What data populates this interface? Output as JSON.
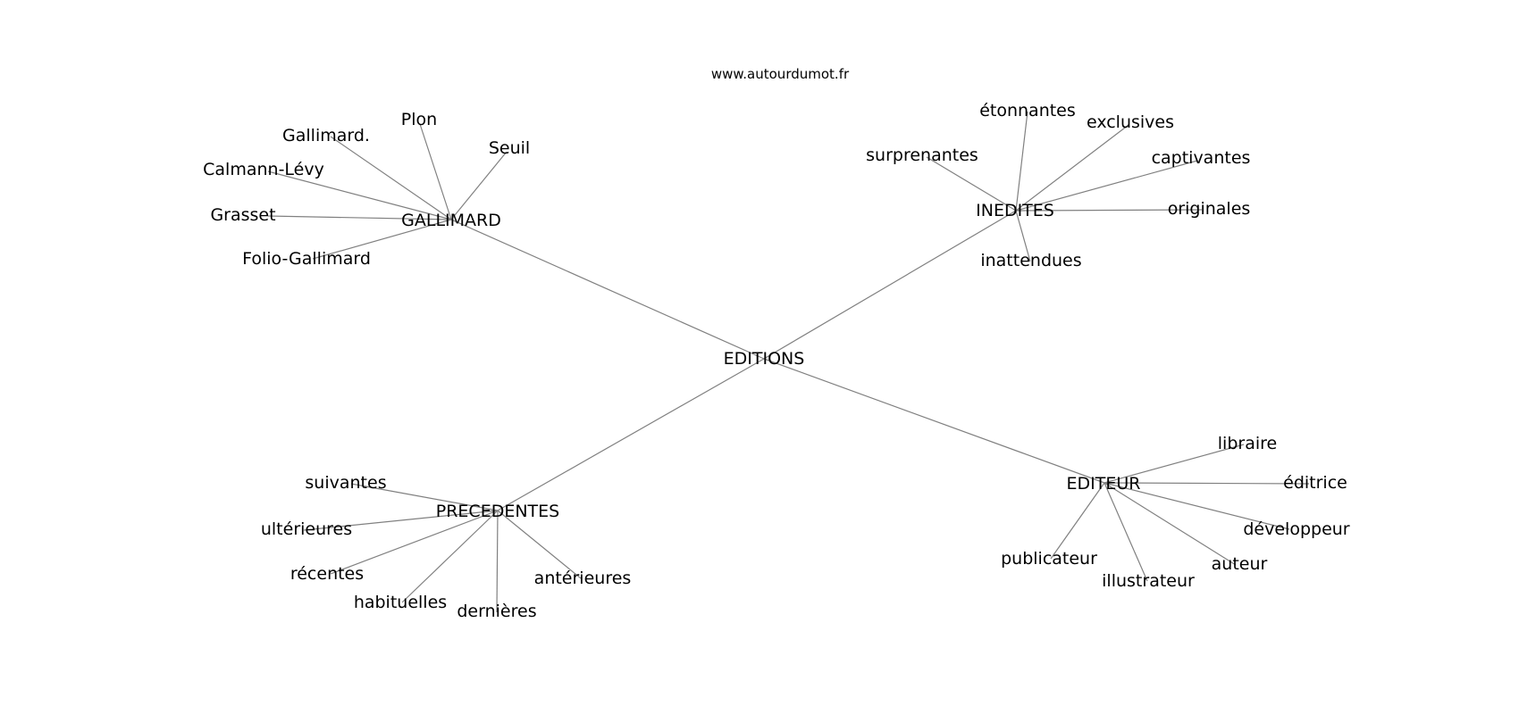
{
  "site": "www.autourdumot.fr",
  "center": "EDITIONS",
  "branches": [
    {
      "hub": "GALLIMARD",
      "leaves": [
        "Gallimard.",
        "Plon",
        "Seuil",
        "Calmann-Lévy",
        "Grasset",
        "Folio-Gallimard"
      ]
    },
    {
      "hub": "INEDITES",
      "leaves": [
        "étonnantes",
        "exclusives",
        "surprenantes",
        "captivantes",
        "originales",
        "inattendues"
      ]
    },
    {
      "hub": "PRECEDENTES",
      "leaves": [
        "suivantes",
        "ultérieures",
        "récentes",
        "habituelles",
        "dernières",
        "antérieures"
      ]
    },
    {
      "hub": "EDITEUR",
      "leaves": [
        "libraire",
        "éditrice",
        "développeur",
        "publicateur",
        "illustrateur",
        "auteur"
      ]
    }
  ]
}
